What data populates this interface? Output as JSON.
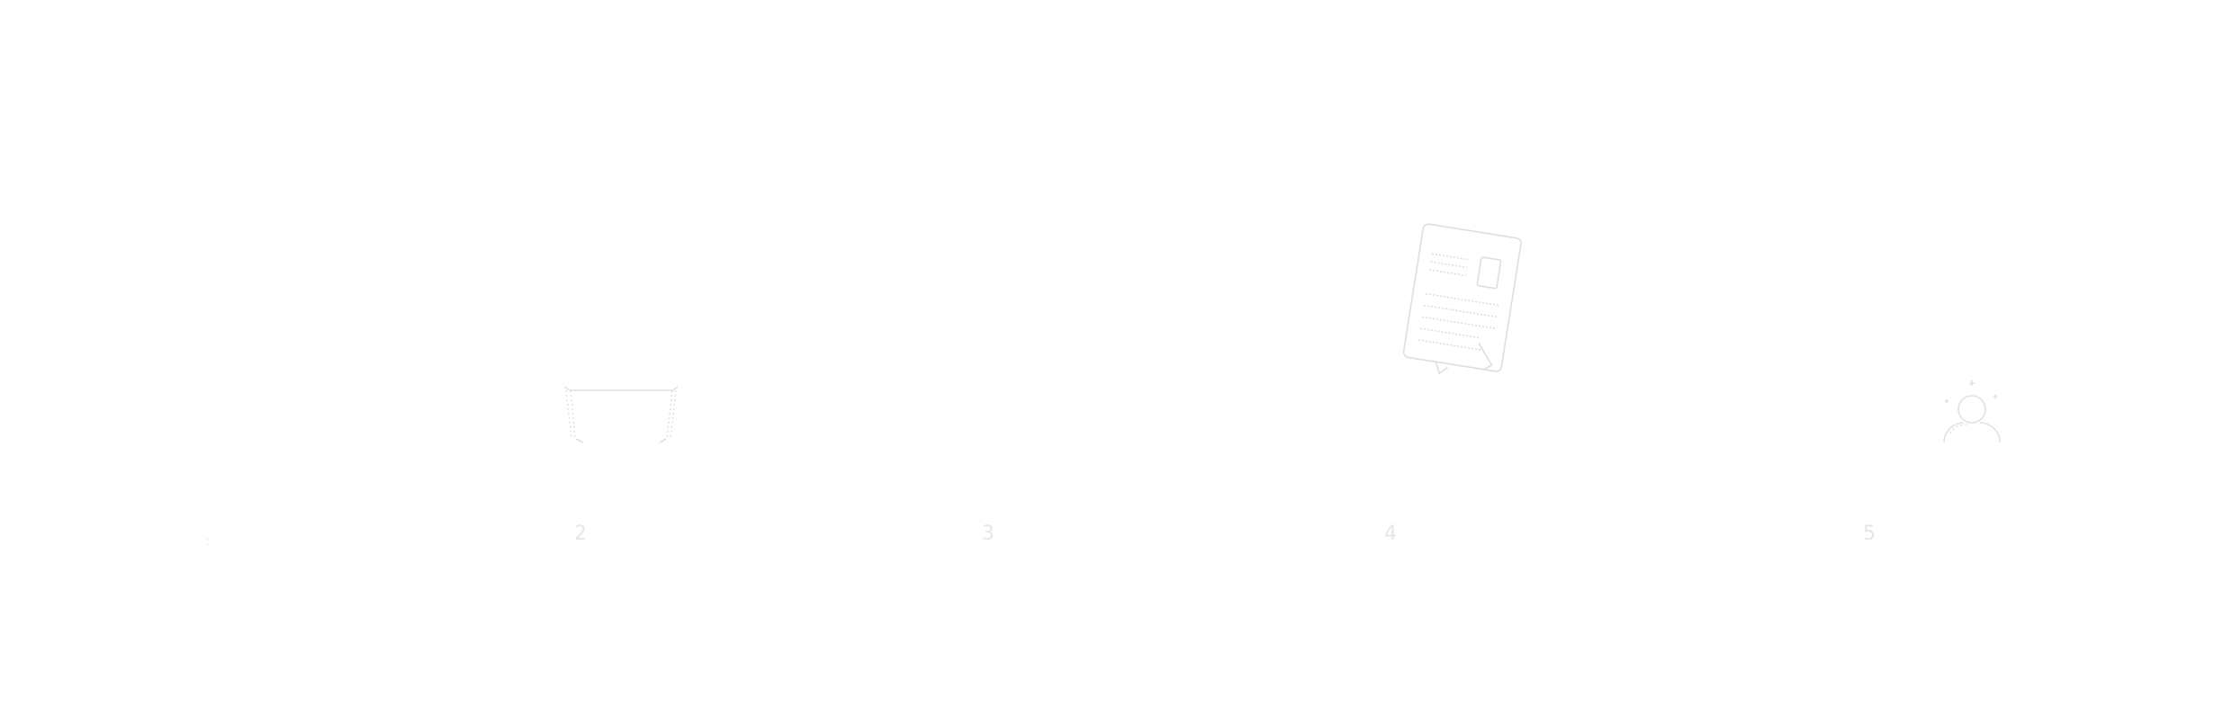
{
  "steps": [
    {
      "number": ".",
      "icon": "card-icon"
    },
    {
      "number": "2",
      "icon": "tray-icon"
    },
    {
      "number": "3",
      "icon": "none"
    },
    {
      "number": "4",
      "icon": "document-receipt-icon"
    },
    {
      "number": "5",
      "icon": "person-sparkle-icon"
    }
  ],
  "colors": {
    "background": "#ffffff",
    "outline": "#e3e3e3"
  }
}
